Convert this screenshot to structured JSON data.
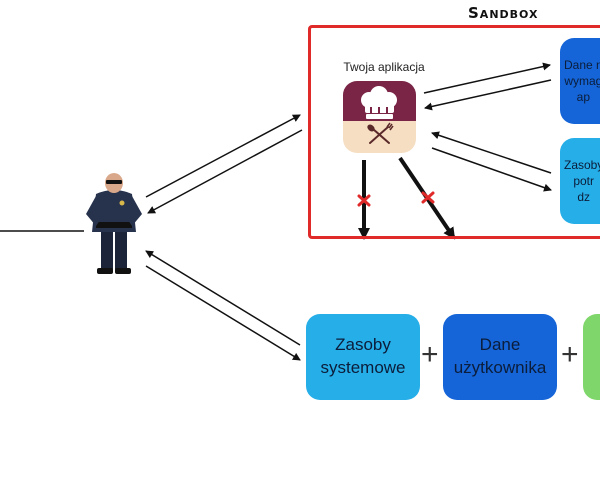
{
  "sandbox": {
    "title": "Sandbox"
  },
  "app": {
    "label": "Twoja aplikacja",
    "icon": "chef-hat-spoon-fork-icon"
  },
  "guard": {
    "icon": "security-guard-icon"
  },
  "sandbox_items": [
    {
      "text": "Dane n\nwymag\nap"
    },
    {
      "text": "Zasoby\npotr\ndz"
    }
  ],
  "bottom_items": [
    {
      "text": "Zasoby\nsystemowe"
    },
    {
      "text": "Dane\nużytkownika"
    }
  ],
  "operators": {
    "plus": "+"
  },
  "colors": {
    "sandbox_border": "#e02a2a",
    "light_blue": "#26aee8",
    "dark_blue": "#1565d8",
    "green": "#7fd66b",
    "blocked_mark": "#e02a2a"
  }
}
